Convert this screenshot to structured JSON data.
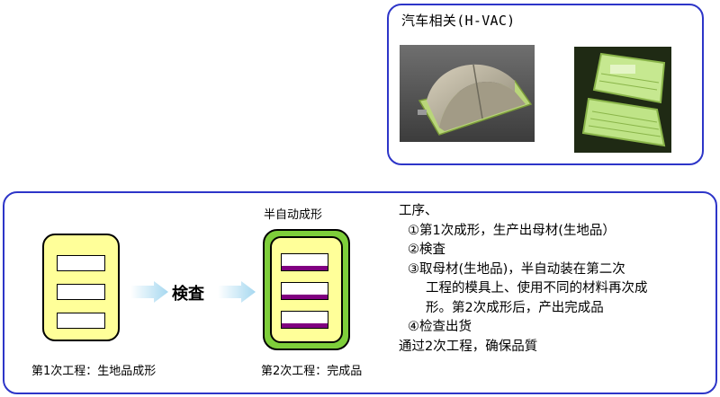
{
  "hvac_panel": {
    "title": "汽车相关(H-VAC)",
    "photos": [
      "dome-cover-photo",
      "green-frame-photo"
    ]
  },
  "process_panel": {
    "semi_auto_label": "半自动成形",
    "inspection_label": "検査",
    "stage1_caption": "第1次工程：生地品成形",
    "stage2_caption": "第2次工程：完成品",
    "notes": {
      "title": "工序、",
      "step1": "①第1次成形，生产出母材(生地品）",
      "step2": "②検査",
      "step3_line1": "③取母材(生地品)，半自动装在第二次",
      "step3_line2": "工程的模具上、使用不同的材料再次成",
      "step3_line3": "形。第2次成形后，产出完成品",
      "step4": "④检查出货",
      "summary": "通过2次工程，确保品質"
    }
  },
  "colors": {
    "panel_border": "#2d35c8",
    "tray_yellow": "#ffff99",
    "tray_green": "#7ece3a",
    "slot_purple": "#800080",
    "arrow_blue": "#a6d8f0"
  }
}
